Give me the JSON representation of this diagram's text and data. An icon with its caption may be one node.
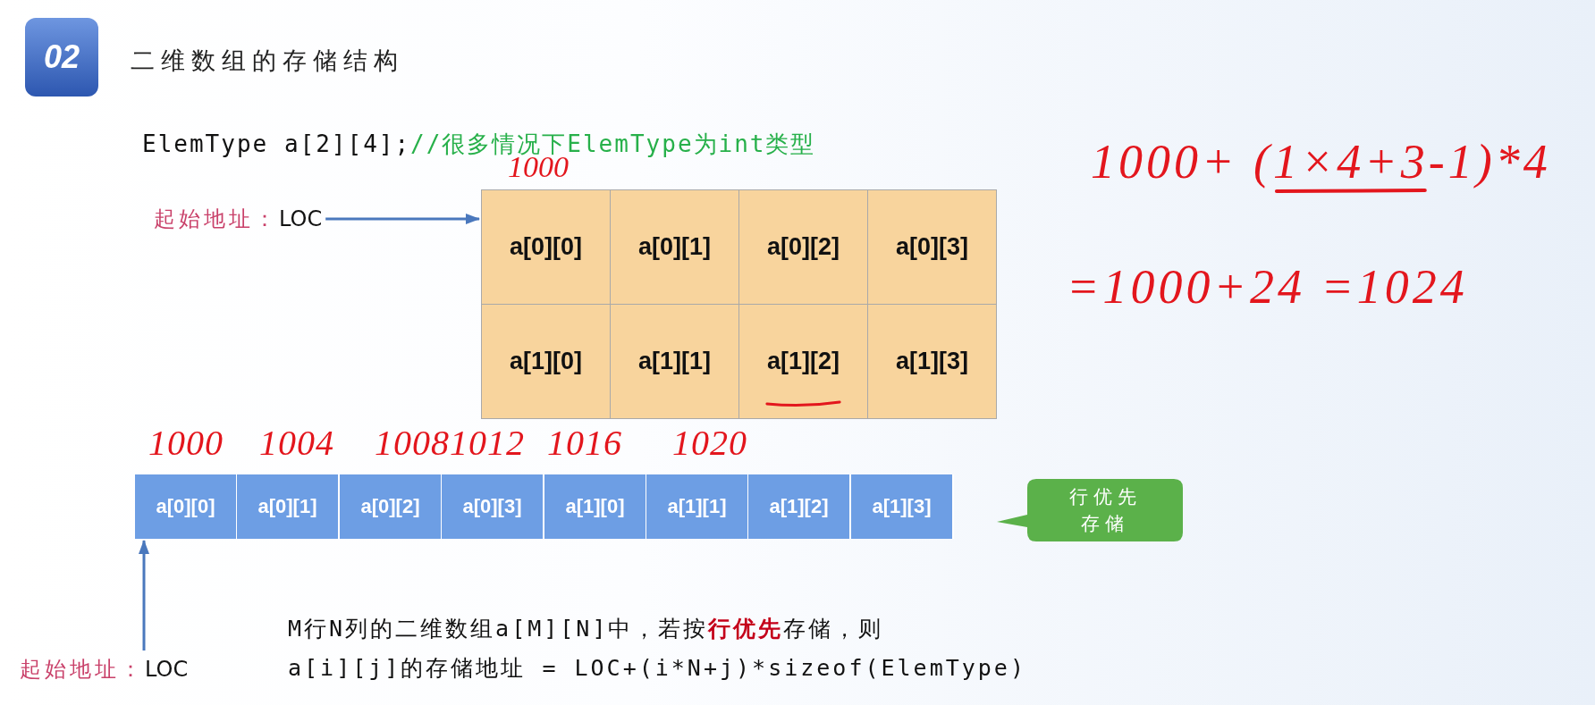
{
  "diagram": {
    "title": "二维数组的存储结构",
    "nodes": [
      {
        "text": [
          "02"
        ]
      },
      {
        "text": [
          "起始地址：",
          "LOC"
        ]
      },
      {
        "text": [
          "a[0][0]"
        ],
        "beside": [
          "1000"
        ]
      },
      {
        "text": [
          "a[0][1]"
        ]
      },
      {
        "text": [
          "a[0][2]"
        ]
      },
      {
        "text": [
          "a[0][3]"
        ]
      },
      {
        "text": [
          "a[1][0]"
        ]
      },
      {
        "text": [
          "a[1][1]"
        ]
      },
      {
        "text": [
          "a[1][2]"
        ]
      },
      {
        "text": [
          "a[1][3]"
        ]
      },
      {
        "text": [
          "a[0][0]"
        ],
        "beside": [
          "1000"
        ]
      },
      {
        "text": [
          "a[0][1]"
        ],
        "beside": [
          "1004"
        ]
      },
      {
        "text": [
          "a[0][2]"
        ],
        "beside": [
          "1008"
        ]
      },
      {
        "text": [
          "a[0][3]"
        ],
        "beside": [
          "1012"
        ]
      },
      {
        "text": [
          "a[1][0]"
        ],
        "beside": [
          "1016"
        ]
      },
      {
        "text": [
          "a[1][1]"
        ],
        "beside": [
          "1020"
        ]
      },
      {
        "text": [
          "a[1][2]"
        ]
      },
      {
        "text": [
          "a[1][3]"
        ]
      },
      {
        "text": [
          "行优先存储"
        ]
      },
      {
        "text": [
          "起始地址：",
          "LOC"
        ]
      }
    ],
    "edges": [
      {
        "from": 1,
        "to": 2,
        "arrow": "to"
      },
      {
        "from": 19,
        "to": 10,
        "arrow": "to"
      }
    ],
    "labels": [
      "ElemType a[2][4];",
      "//很多情况下ElemType为int类型",
      "1000+ (1×4+3-1)*4",
      "=1000+24 =1024",
      "M行N列的二维数组a[M][N]中，若按**行优先**存储，则",
      "a[i][j]的存储地址 = LOC+(i*N+j)*sizeof(ElemType)"
    ]
  }
}
